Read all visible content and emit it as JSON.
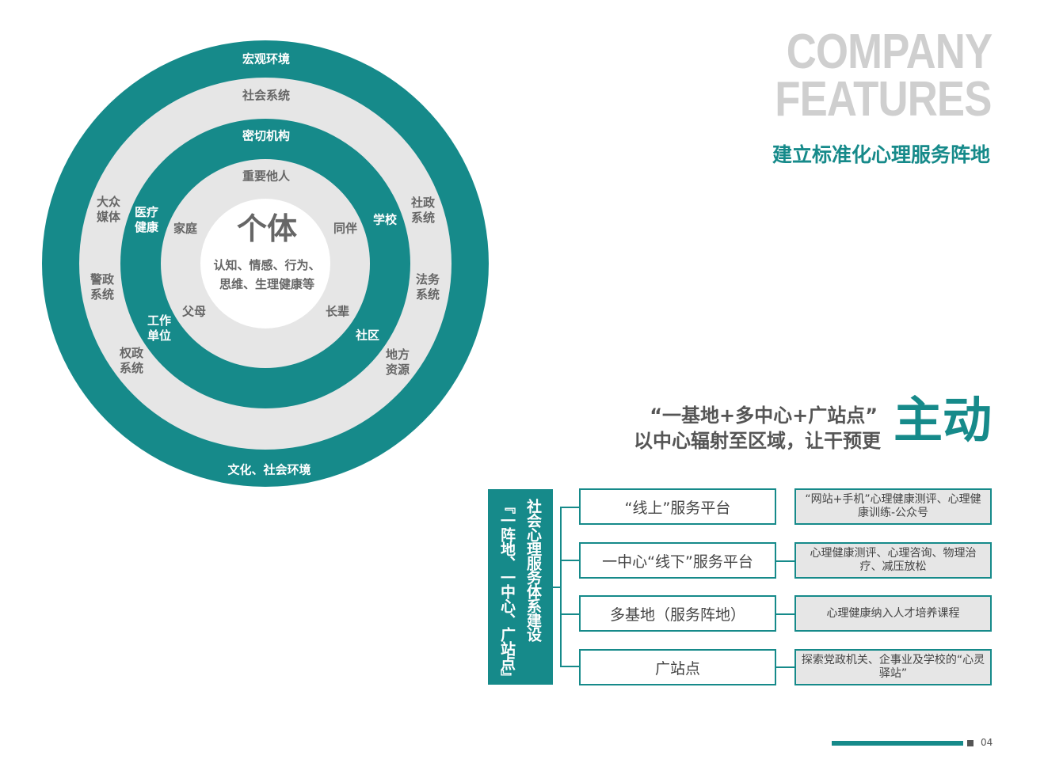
{
  "header": {
    "title_line1": "COMPANY",
    "title_line2": "FEATURES",
    "subtitle": "建立标准化心理服务阵地"
  },
  "circle": {
    "outer": {
      "top": "宏观环境",
      "bottom": "文化、社会环境"
    },
    "social": {
      "top": "社会系统",
      "items": [
        "大众\n媒体",
        "警政\n系统",
        "权政\n系统",
        "社政\n系统",
        "法务\n系统",
        "地方\n资源"
      ]
    },
    "close": {
      "top": "密切机构",
      "items": [
        "医疗\n健康",
        "工作\n单位",
        "学校",
        "社区"
      ]
    },
    "significant": {
      "top": "重要他人",
      "items": [
        "家庭",
        "父母",
        "同伴",
        "长辈"
      ]
    },
    "core": {
      "title": "个体",
      "desc": "认知、情感、行为、\n思维、生理健康等"
    }
  },
  "slogan": {
    "line1": "“一基地+多中心+广站点”",
    "line2": "以中心辐射至区域，让干预更",
    "big": "主动"
  },
  "system": {
    "title": "社会心理服务体系建设",
    "subtitle": "『一阵地、一中心、广站点』",
    "rows": [
      {
        "name": "“线上”服务平台",
        "desc": "“网站+手机”心理健康测评、心理健康训练-公众号"
      },
      {
        "name": "一中心“线下”服务平台",
        "desc": "心理健康测评、心理咨询、物理治疗、减压放松"
      },
      {
        "name": "多基地（服务阵地）",
        "desc": "心理健康纳入人才培养课程"
      },
      {
        "name": "广站点",
        "desc": "探索党政机关、企事业及学校的“心灵驿站”"
      }
    ]
  },
  "footer": {
    "page": "04"
  },
  "colors": {
    "teal": "#168a8a",
    "gray": "#e6e6e6"
  }
}
